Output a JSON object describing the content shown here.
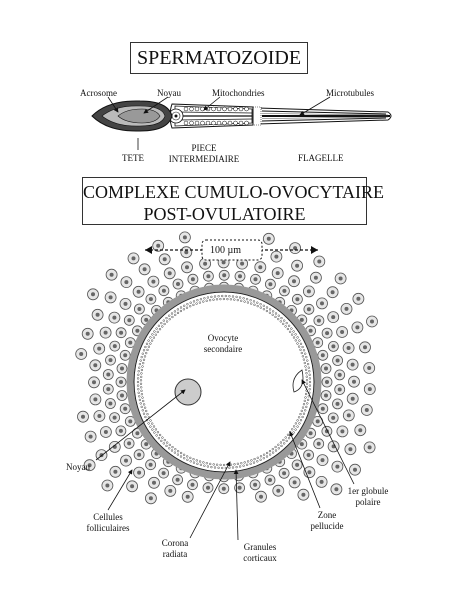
{
  "spermatozoon": {
    "title": "SPERMATOZOIDE",
    "labels": {
      "acrosome": "Acrosome",
      "noyau": "Noyau",
      "mitochondries": "Mitochondries",
      "microtubules": "Microtubules",
      "tete": "TETE",
      "piece_line1": "PIECE",
      "piece_line2": "INTERMEDIAIRE",
      "flagelle": "FLAGELLE"
    }
  },
  "cumulus": {
    "title_line1": "COMPLEXE CUMULO-OVOCYTAIRE",
    "title_line2": "POST-OVULATOIRE",
    "scale": "100 µm",
    "labels": {
      "ovocyte_line1": "Ovocyte",
      "ovocyte_line2": "secondaire",
      "noyau": "Noyau",
      "cellules_line1": "Cellules",
      "cellules_line2": "folliculaires",
      "corona_line1": "Corona",
      "corona_line2": "radiata",
      "granules_line1": "Granules",
      "granules_line2": "corticaux",
      "zone_line1": "Zone",
      "zone_line2": "pellucide",
      "globule_line1": "1er globule",
      "globule_line2": "polaire"
    }
  }
}
